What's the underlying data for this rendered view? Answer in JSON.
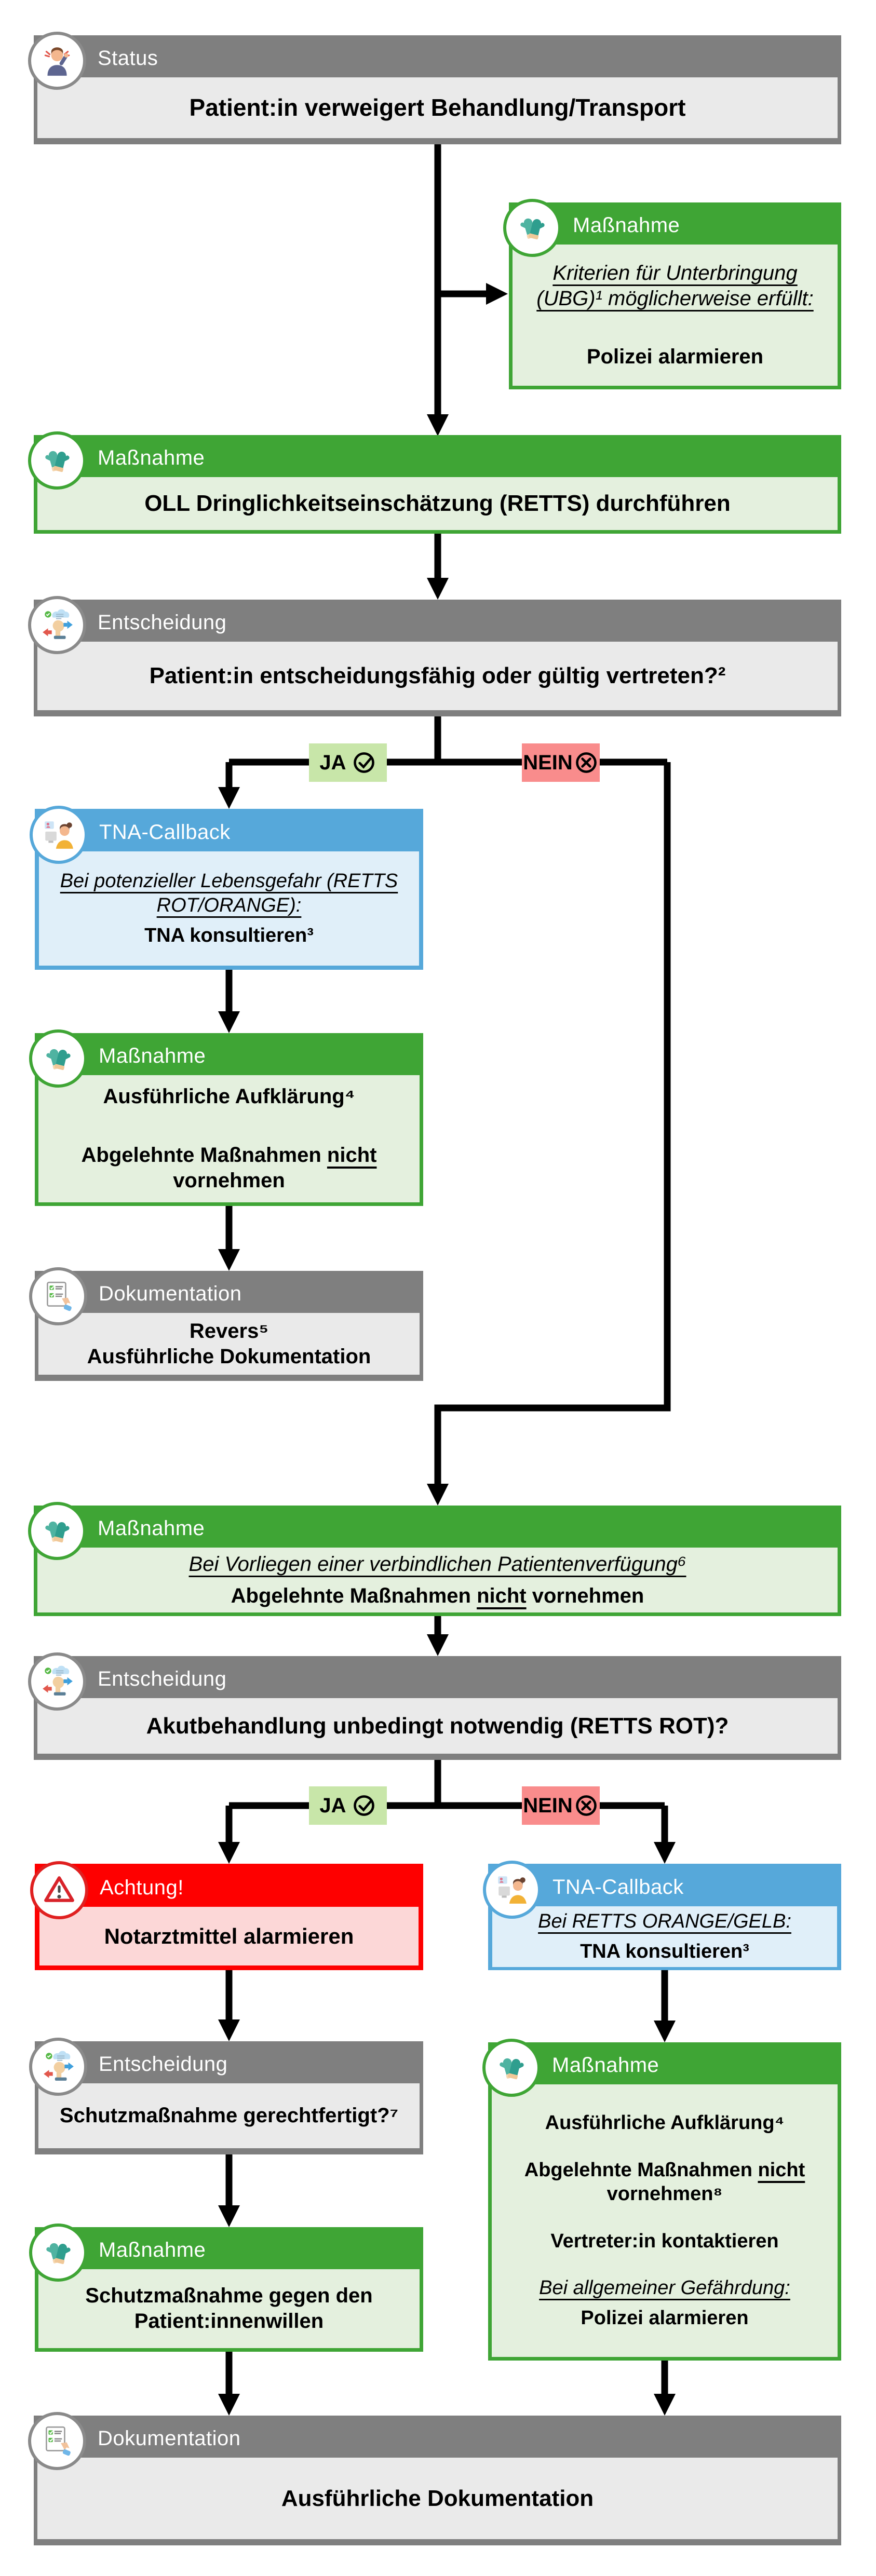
{
  "title": "Patient:in verweigert Behandlung/Transport – Flowchart",
  "palette": {
    "gray_header": "#7f7f7f",
    "gray_body": "#eaeaea",
    "green_header": "#3fa535",
    "green_body": "#e4f0de",
    "blue_header": "#56a8da",
    "blue_body": "#e0eff9",
    "red_header": "#fe0000",
    "red_body": "#fcd7d7",
    "ja_chip": "#c8e6a9",
    "nein_chip": "#f98c8c",
    "line": "#000000"
  },
  "labels": {
    "ja": "JA",
    "nein": "NEIN"
  },
  "icons": {
    "status": "distressed-person-icon",
    "massnahme": "gloves-icon",
    "entscheidung": "decision-head-icon",
    "tna": "call-agent-icon",
    "dokumentation": "checklist-hand-icon",
    "achtung": "warning-triangle-icon",
    "ja": "check-circle-icon",
    "nein": "x-circle-icon"
  },
  "nodes": {
    "status": {
      "header": "Status",
      "body": "Patient:in verweigert Behandlung/Transport"
    },
    "police": {
      "header": "Maßnahme",
      "cond": "Kriterien für Unterbringung (UBG)¹ möglicherweise erfüllt:",
      "action": "Polizei alarmieren"
    },
    "retts": {
      "header": "Maßnahme",
      "body": "OLL Dringlichkeitseinschätzung (RETTS) durchführen"
    },
    "decision1": {
      "header": "Entscheidung",
      "body": "Patient:in entscheidungsfähig oder gültig vertreten?²"
    },
    "tna1": {
      "header": "TNA-Callback",
      "cond": "Bei potenzieller Lebensgefahr (RETTS ROT/ORANGE):",
      "action": "TNA konsultieren³"
    },
    "inform1": {
      "header": "Maßnahme",
      "line1": "Ausführliche Aufklärung⁴",
      "refuse_pre": "Abgelehnte Maßnahmen ",
      "refuse_u": "nicht",
      "refuse_post": " vornehmen"
    },
    "doc1": {
      "header": "Dokumentation",
      "line1": "Revers⁵",
      "line2": "Ausführliche Dokumentation"
    },
    "advdir": {
      "header": "Maßnahme",
      "cond": "Bei Vorliegen einer verbindlichen Patientenverfügung⁶",
      "refuse_pre": "Abgelehnte Maßnahmen ",
      "refuse_u": "nicht",
      "refuse_post": " vornehmen"
    },
    "decision2": {
      "header": "Entscheidung",
      "body": "Akutbehandlung unbedingt notwendig (RETTS ROT)?"
    },
    "warning": {
      "header": "Achtung!",
      "body": "Notarztmittel alarmieren"
    },
    "tna2": {
      "header": "TNA-Callback",
      "cond": "Bei RETTS ORANGE/GELB:",
      "action": "TNA konsultieren³"
    },
    "decision3": {
      "header": "Entscheidung",
      "body": "Schutzmaßnahme gerechtfertigt?⁷"
    },
    "protect": {
      "header": "Maßnahme",
      "body": "Schutzmaßnahme gegen den Patient:innenwillen"
    },
    "inform2": {
      "header": "Maßnahme",
      "line1": "Ausführliche Aufklärung⁴",
      "refuse_pre": "Abgelehnte Maßnahmen ",
      "refuse_u": "nicht",
      "refuse_post": " vornehmen⁸",
      "line3": "Vertreter:in kontaktieren",
      "cond": "Bei allgemeiner Gefährdung:",
      "action": "Polizei alarmieren"
    },
    "doc2": {
      "header": "Dokumentation",
      "body": "Ausführliche Dokumentation"
    }
  }
}
